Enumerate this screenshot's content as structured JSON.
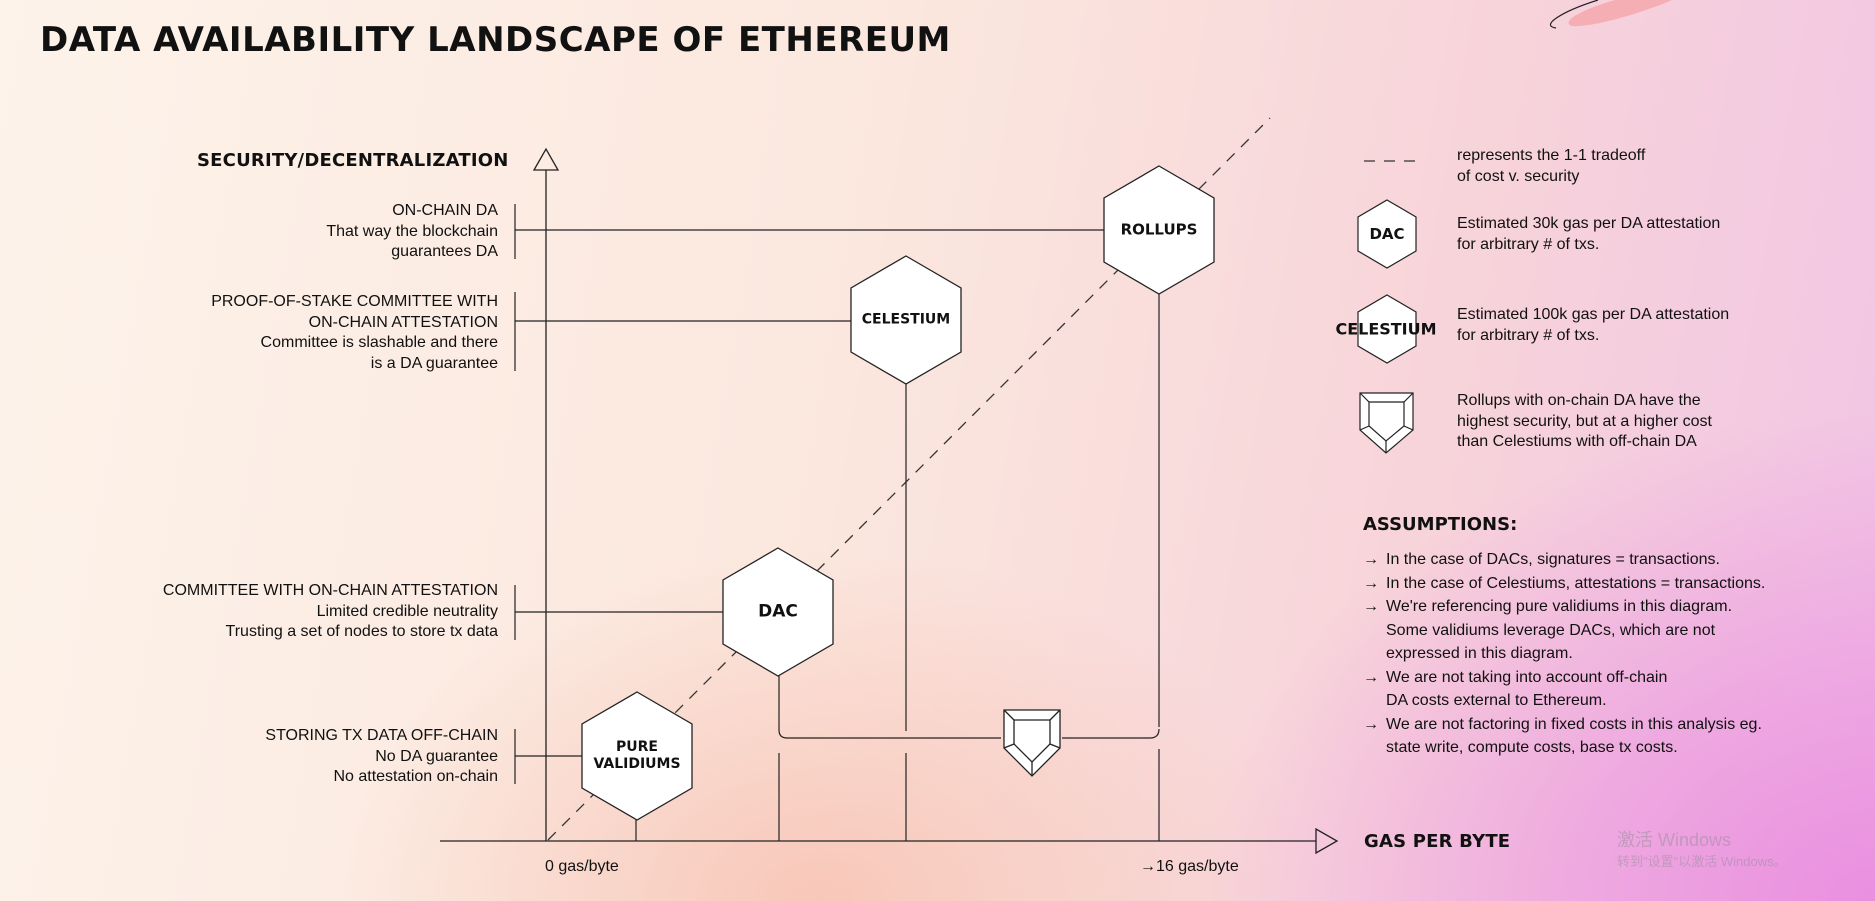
{
  "title": "DATA AVAILABILITY LANDSCAPE OF ETHEREUM",
  "y_axis_title": "SECURITY/DECENTRALIZATION",
  "x_axis_title": "GAS PER BYTE",
  "x_ticks": {
    "zero": "0 gas/byte",
    "sixteen": "→16 gas/byte"
  },
  "y_levels": [
    {
      "lines": [
        "ON-CHAIN DA",
        "That way the blockchain",
        "guarantees DA"
      ]
    },
    {
      "lines": [
        "PROOF-OF-STAKE COMMITTEE WITH",
        "ON-CHAIN ATTESTATION",
        "Committee is slashable and there",
        "is a DA guarantee"
      ]
    },
    {
      "lines": [
        "COMMITTEE WITH ON-CHAIN ATTESTATION",
        "Limited credible neutrality",
        "Trusting a set of nodes to store tx data"
      ]
    },
    {
      "lines": [
        "STORING TX DATA OFF-CHAIN",
        "No DA guarantee",
        "No attestation on-chain"
      ]
    }
  ],
  "nodes": {
    "rollups": "ROLLUPS",
    "celestium": "CELESTIUM",
    "dac": "DAC",
    "pure_validiums": [
      "PURE",
      "VALIDIUMS"
    ]
  },
  "icons": {
    "hexagon": "hexagon-icon",
    "pentagon_shield": "pentagon-shield-icon",
    "dashed_line": "dashed-line-icon",
    "arrow_head": "triangle-arrow-icon"
  },
  "legend": {
    "dashed": [
      "represents the 1-1 tradeoff",
      "of cost v. security"
    ],
    "dac_label": "DAC",
    "dac_text": [
      "Estimated 30k gas per DA attestation",
      "for arbitrary # of txs."
    ],
    "celestium_label": "CELESTIUM",
    "celestium_text": [
      "Estimated 100k gas per DA attestation",
      "for arbitrary # of txs."
    ],
    "rollups_text": [
      "Rollups with on-chain DA have the",
      "highest security, but at a higher cost",
      "than Celestiums with off-chain DA"
    ]
  },
  "assumptions": {
    "title": "ASSUMPTIONS:",
    "bullet": "→",
    "items": [
      [
        "In the case of DACs, signatures = transactions."
      ],
      [
        "In the case of Celestiums, attestations = transactions."
      ],
      [
        "We're referencing pure validiums in this diagram.",
        "Some validiums leverage DACs, which are not",
        "expressed in this diagram."
      ],
      [
        "We are not taking into account off-chain",
        "DA costs external to Ethereum."
      ],
      [
        "We are not factoring in fixed costs in this analysis eg.",
        "state write, compute costs, base tx costs."
      ]
    ]
  },
  "watermark": {
    "line1": "激活 Windows",
    "line2": "转到\"设置\"以激活 Windows。"
  },
  "colors": {
    "ink": "#111111",
    "node_fill": "#ffffff",
    "watermark": "#8c8c96"
  }
}
